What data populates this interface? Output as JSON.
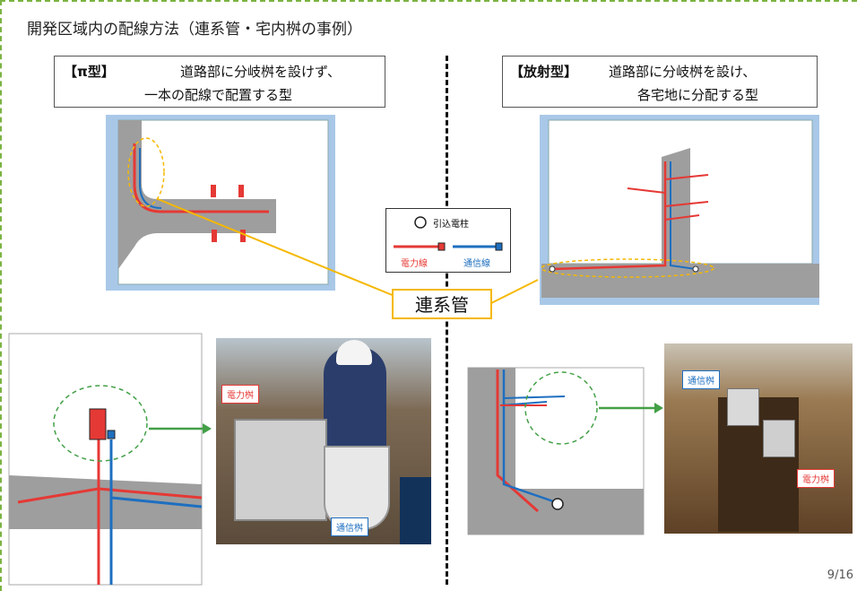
{
  "title": "開発区域内の配線方法（連系管・宅内桝の事例）",
  "pi_type": {
    "label": "【π型】",
    "line1": "道路部に分岐桝を設けず、",
    "line2": "一本の配線で配置する型"
  },
  "radial_type": {
    "label": "【放射型】",
    "line1": "道路部に分岐桝を設け、",
    "line2": "各宅地に分配する型"
  },
  "legend": {
    "pole_label": "引込電柱",
    "power_label": "電力線",
    "comm_label": "通信線",
    "power_color": "#e53935",
    "comm_color": "#1e6fc0"
  },
  "connector_label": "連系管",
  "photo_left": {
    "power_box_label": "電力桝",
    "comm_box_label": "通信桝"
  },
  "photo_right": {
    "comm_box_label": "通信桝",
    "power_box_label": "電力桝"
  },
  "page_number": "9/16"
}
